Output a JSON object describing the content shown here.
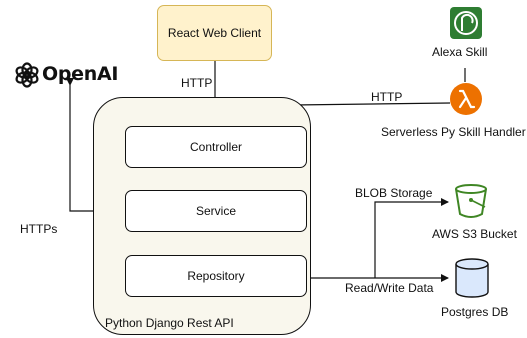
{
  "client": {
    "label": "React Web Client"
  },
  "openai": {
    "label": "OpenAI"
  },
  "alexa": {
    "label": "Alexa Skill"
  },
  "lambda": {
    "label": "Serverless Py Skill Handler"
  },
  "api": {
    "label": "Python Django Rest API",
    "layers": {
      "controller": "Controller",
      "service": "Service",
      "repository": "Repository"
    }
  },
  "s3": {
    "label": "AWS S3 Bucket"
  },
  "postgres": {
    "label": "Postgres DB"
  },
  "edges": {
    "client_http": "HTTP",
    "lambda_http": "HTTP",
    "openai_https": "HTTPs",
    "blob": "BLOB Storage",
    "readwrite": "Read/Write Data"
  },
  "colors": {
    "client_fill": "#fff2cc",
    "client_border": "#d6b656",
    "container_fill": "#f9f7ed",
    "alexa_green": "#2e7d32",
    "lambda_orange": "#ed7100",
    "s3_green": "#3f8624",
    "db_blue": "#dae8fc"
  }
}
